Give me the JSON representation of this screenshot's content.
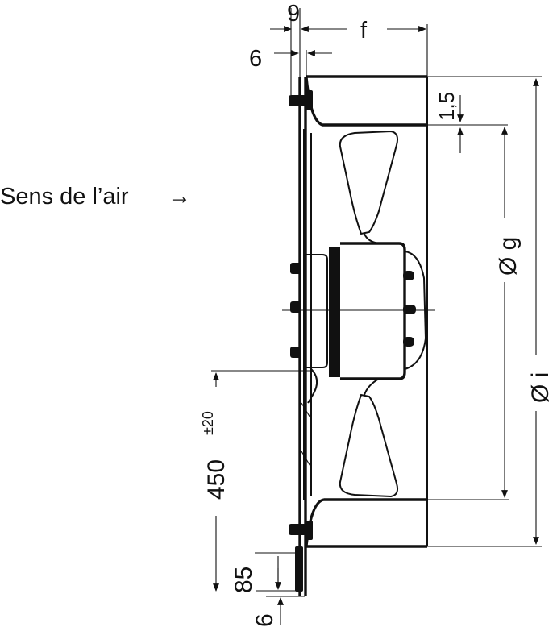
{
  "diagram": {
    "airflow_label": "Sens de l’air",
    "airflow_arrow": "→",
    "dimensions": {
      "top_small": "9",
      "top_offset": "6",
      "depth": "f",
      "blade_clearance": "1,5",
      "inner_diameter": "Ø g",
      "outer_diameter": "Ø i",
      "cable_length": "450",
      "cable_tolerance": "±20",
      "bottom_offset": "85",
      "bottom_small": "6"
    },
    "colors": {
      "ink": "#111111",
      "paper": "#ffffff"
    }
  }
}
